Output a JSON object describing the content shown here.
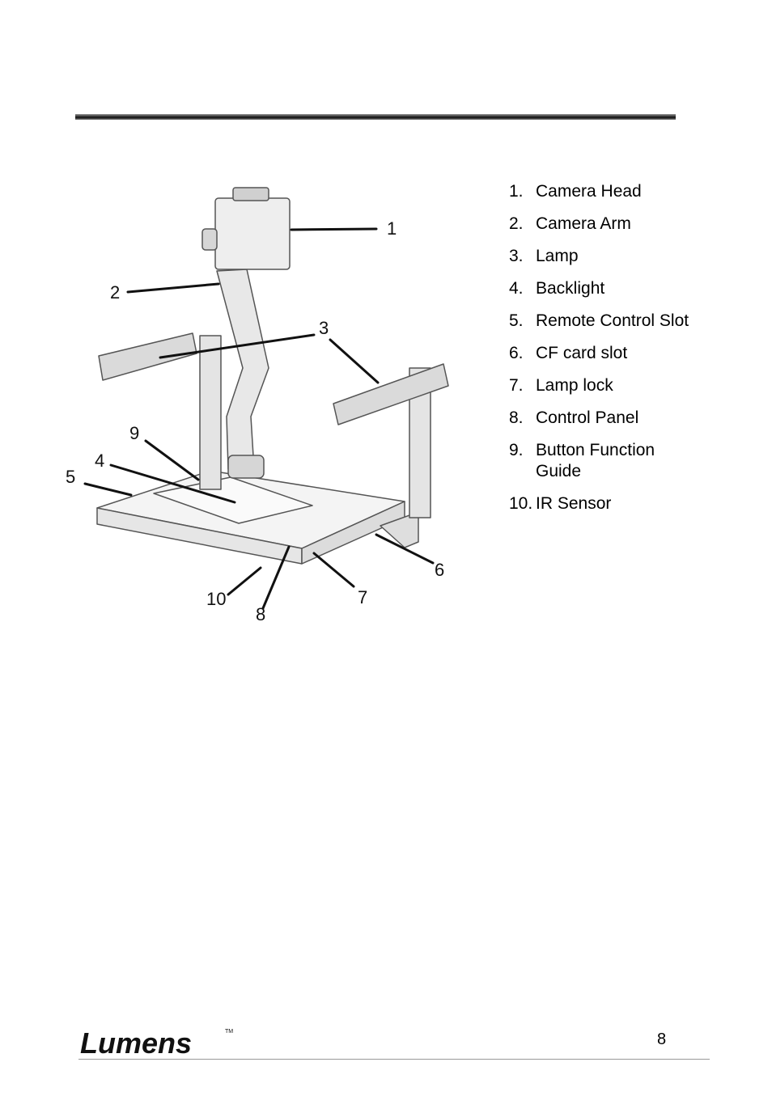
{
  "diagram": {
    "callouts": [
      "1",
      "2",
      "3",
      "4",
      "5",
      "6",
      "7",
      "8",
      "9",
      "10"
    ]
  },
  "parts": [
    {
      "num": "1.",
      "label": "Camera Head"
    },
    {
      "num": "2.",
      "label": "Camera Arm"
    },
    {
      "num": "3.",
      "label": "Lamp"
    },
    {
      "num": "4.",
      "label": "Backlight"
    },
    {
      "num": "5.",
      "label": "Remote Control Slot"
    },
    {
      "num": "6.",
      "label": "CF card slot"
    },
    {
      "num": "7.",
      "label": "Lamp lock"
    },
    {
      "num": "8.",
      "label": "Control Panel"
    },
    {
      "num": "9.",
      "label": "Button Function Guide"
    },
    {
      "num": "10.",
      "label": "IR Sensor"
    }
  ],
  "footer": {
    "logo": "Lumens",
    "trademark": "TM",
    "page_number": "8"
  }
}
